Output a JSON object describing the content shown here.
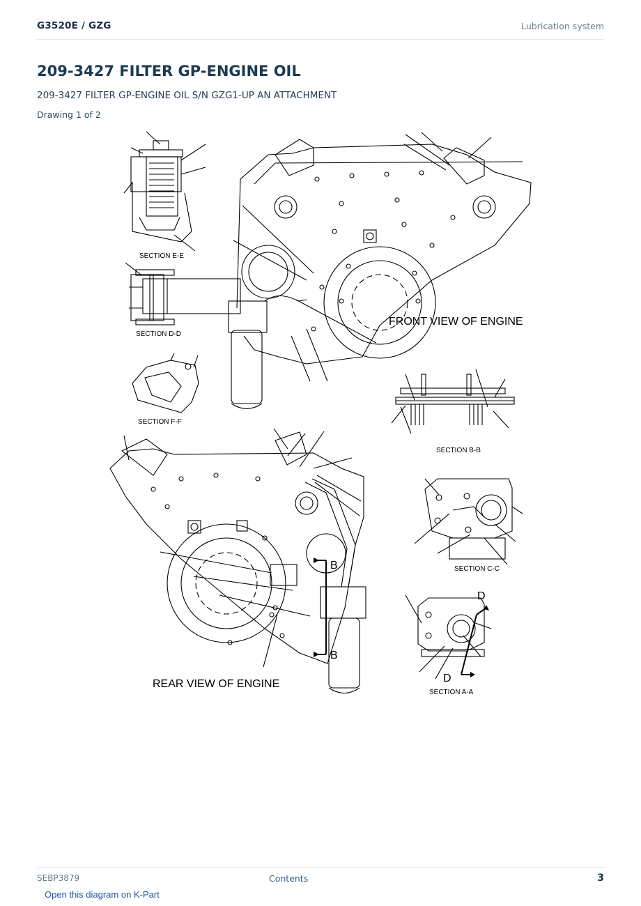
{
  "header": {
    "model": "G3520E  /  GZG",
    "section": "Lubrication system"
  },
  "page": {
    "title": "209-3427 FILTER GP-ENGINE OIL",
    "subtitle": "209-3427 FILTER GP-ENGINE OIL S/N GZG1-UP AN ATTACHMENT",
    "drawing_ref": "Drawing 1 of 2"
  },
  "drawing": {
    "labels": {
      "section_ee": "SECTION E-E",
      "section_dd": "SECTION D-D",
      "section_ff": "SECTION F-F",
      "front_view": "FRONT VIEW OF ENGINE",
      "section_bb": "SECTION B-B",
      "section_cc": "SECTION C-C",
      "rear_view": "REAR VIEW OF ENGINE",
      "section_aa": "SECTION A-A",
      "marker_b": "B",
      "marker_d": "D"
    }
  },
  "footer": {
    "doc_number": "SEBP3879",
    "contents_link": "Contents",
    "page_number": "3"
  },
  "kpart_link": "Open this diagram on K-Part"
}
